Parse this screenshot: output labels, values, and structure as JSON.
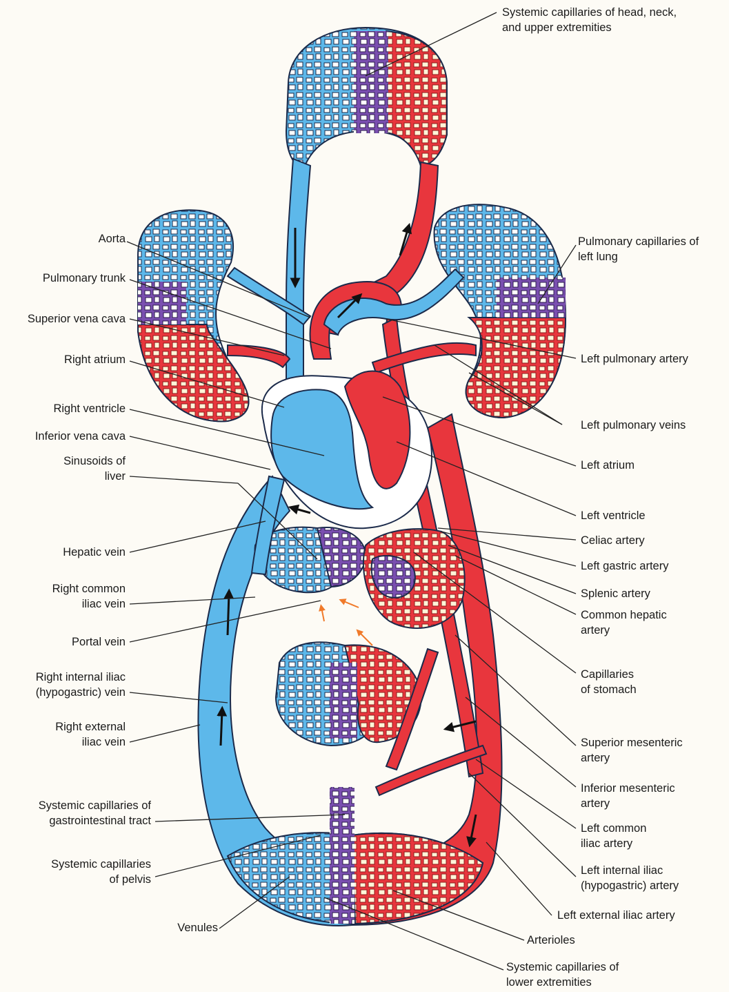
{
  "labels": {
    "head_caps_1": "Systemic capillaries of head, neck,",
    "head_caps_2": "and upper extremities",
    "aorta": "Aorta",
    "pulmonary_trunk": "Pulmonary trunk",
    "superior_vena_cava": "Superior vena cava",
    "right_atrium": "Right atrium",
    "right_ventricle": "Right ventricle",
    "inferior_vena_cava": "Inferior vena cava",
    "sinusoids_1": "Sinusoids of",
    "sinusoids_2": "liver",
    "hepatic_vein": "Hepatic vein",
    "r_common_iliac_1": "Right common",
    "r_common_iliac_2": "iliac vein",
    "portal_vein": "Portal vein",
    "r_internal_iliac_1": "Right internal iliac",
    "r_internal_iliac_2": "(hypogastric) vein",
    "r_external_iliac_1": "Right external",
    "r_external_iliac_2": "iliac vein",
    "gi_caps_1": "Systemic capillaries of",
    "gi_caps_2": "gastrointestinal tract",
    "pelvis_caps_1": "Systemic capillaries",
    "pelvis_caps_2": "of pelvis",
    "venules": "Venules",
    "pulm_caps_left_1": "Pulmonary capillaries of",
    "pulm_caps_left_2": "left lung",
    "left_pulmonary_artery": "Left pulmonary artery",
    "left_pulmonary_veins": "Left pulmonary veins",
    "left_atrium": "Left atrium",
    "left_ventricle": "Left ventricle",
    "celiac_artery": "Celiac artery",
    "left_gastric_artery": "Left gastric artery",
    "splenic_artery": "Splenic artery",
    "common_hepatic_1": "Common hepatic",
    "common_hepatic_2": "artery",
    "caps_stomach_1": "Capillaries",
    "caps_stomach_2": "of stomach",
    "sup_mesenteric_1": "Superior mesenteric",
    "sup_mesenteric_2": "artery",
    "inf_mesenteric_1": "Inferior mesenteric",
    "inf_mesenteric_2": "artery",
    "l_common_iliac_1": "Left common",
    "l_common_iliac_2": "iliac artery",
    "l_internal_iliac_1": "Left internal iliac",
    "l_internal_iliac_2": "(hypogastric) artery",
    "l_external_iliac": "Left external iliac artery",
    "arterioles": "Arterioles",
    "lower_caps_1": "Systemic capillaries of",
    "lower_caps_2": "lower extremities"
  },
  "colors": {
    "venous": "#5db8ea",
    "arterial": "#e8363d",
    "mixed": "#7a4fb0",
    "outline": "#1b2a4a",
    "paper": "#fdfbf5"
  }
}
